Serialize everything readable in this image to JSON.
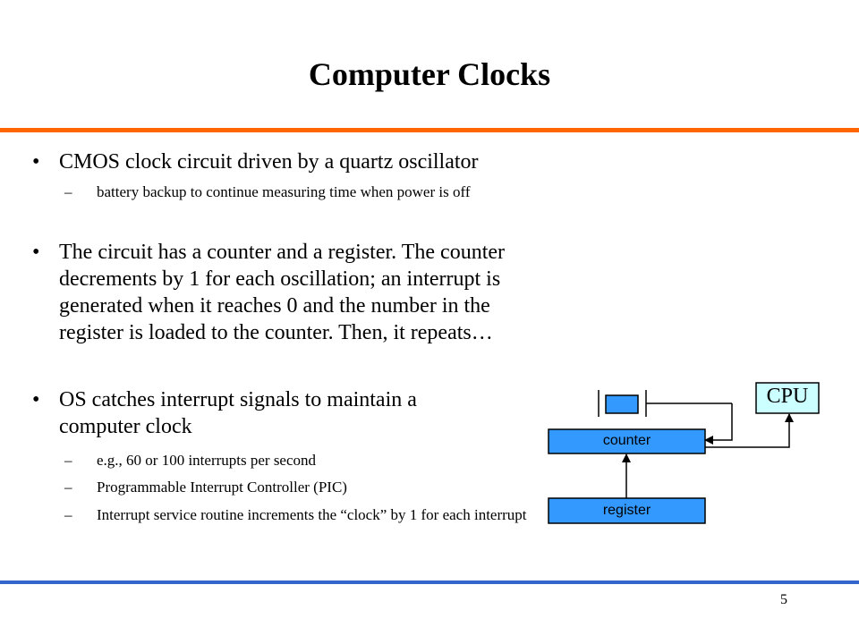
{
  "slide": {
    "title": "Computer  Clocks",
    "page_number": "5"
  },
  "bullets": [
    {
      "marker": "•",
      "text": "CMOS clock circuit driven by a quartz oscillator"
    },
    {
      "marker": "–",
      "text": "battery backup to continue measuring time when power is off"
    },
    {
      "marker": "•",
      "text": "The circuit has a counter and a register. The counter decrements by 1 for each oscillation; an interrupt is generated when it reaches 0 and the number in the register is loaded to the counter. Then, it repeats…"
    },
    {
      "marker": "•",
      "text": "OS catches interrupt signals to maintain a computer clock"
    },
    {
      "marker": "–",
      "text": "e.g., 60 or 100 interrupts per second"
    },
    {
      "marker": "–",
      "text": "Programmable Interrupt Controller (PIC)"
    },
    {
      "marker": "–",
      "text": "Interrupt service routine increments the “clock” by 1 for each interrupt"
    }
  ],
  "diagram": {
    "counter_label": "counter",
    "register_label": "register",
    "cpu_label": "CPU",
    "box_fill": "#3399ff",
    "cpu_fill": "#ccffff"
  },
  "colors": {
    "top_rule": "#ff6600",
    "bottom_rule": "#3366cc"
  }
}
